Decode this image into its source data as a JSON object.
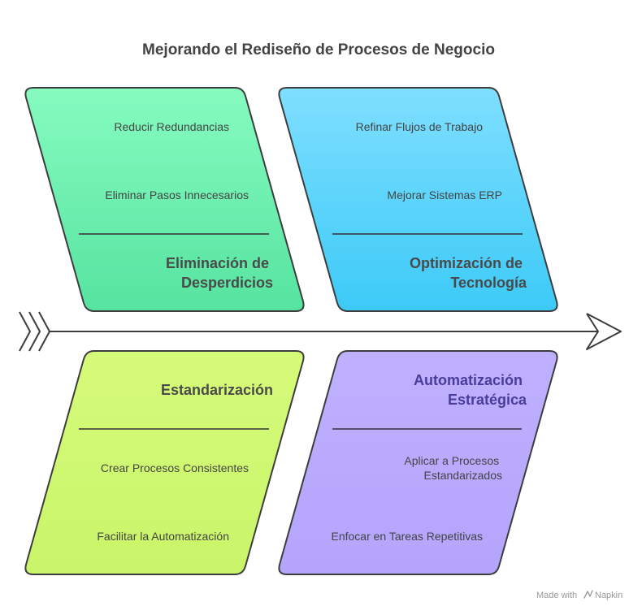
{
  "title": "Mejorando el Rediseño de Procesos de Negocio",
  "branches": [
    {
      "id": "eliminacion",
      "heading_lines": [
        "Eliminación de",
        "Desperdicios"
      ],
      "items": [
        [
          "Reducir Redundancias"
        ],
        [
          "Eliminar Pasos Innecesarios"
        ]
      ],
      "colors": {
        "top": "#86fbc0",
        "bottom": "#56e3a0",
        "heading": "#4a4a4a"
      }
    },
    {
      "id": "optimizacion",
      "heading_lines": [
        "Optimización de",
        "Tecnología"
      ],
      "items": [
        [
          "Refinar Flujos de Trabajo"
        ],
        [
          "Mejorar Sistemas ERP"
        ]
      ],
      "colors": {
        "top": "#7fdfff",
        "bottom": "#3ccaf7",
        "heading": "#4a4a4a"
      }
    },
    {
      "id": "estandarizacion",
      "heading_lines": [
        "Estandarización"
      ],
      "items": [
        [
          "Crear Procesos Consistentes"
        ],
        [
          "Facilitar la Automatización"
        ]
      ],
      "colors": {
        "top": "#d6fb7a",
        "bottom": "#c9f56a",
        "heading": "#4a4a4a"
      }
    },
    {
      "id": "automatizacion",
      "heading_lines": [
        "Automatización",
        "Estratégica"
      ],
      "items": [
        [
          "Aplicar a Procesos",
          "Estandarizados"
        ],
        [
          "Enfocar en Tareas Repetitivas"
        ]
      ],
      "colors": {
        "top": "#bfb0ff",
        "bottom": "#b4a4fc",
        "heading": "#4a3d9a"
      }
    }
  ],
  "credit": {
    "made_with": "Made with",
    "brand": "Napkin"
  },
  "icons": {
    "brand": "napkin-logo-icon",
    "spine_tail": "chevron-tail-icon",
    "spine_head": "arrowhead-icon"
  }
}
